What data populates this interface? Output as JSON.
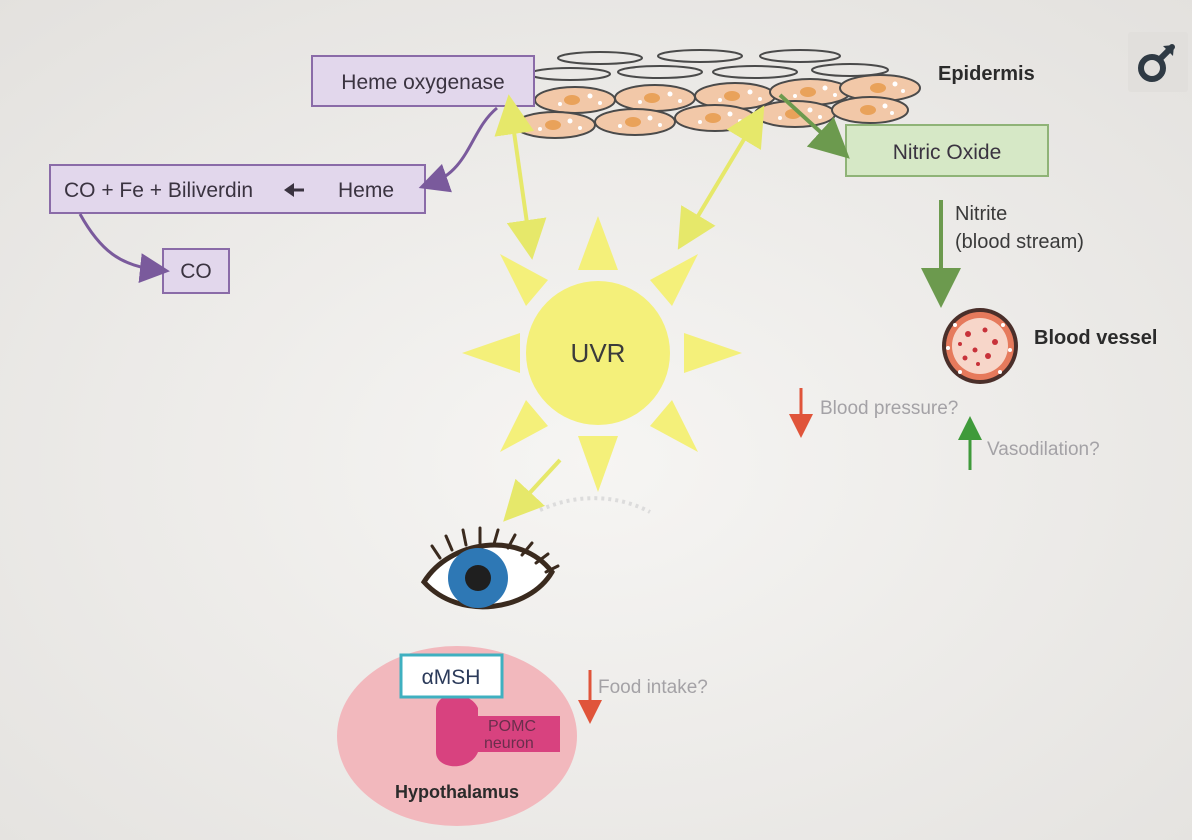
{
  "labels": {
    "heme_oxygenase": "Heme oxygenase",
    "co_fe_biliverdin": "CO + Fe + Biliverdin",
    "heme": "Heme",
    "co": "CO",
    "epidermis": "Epidermis",
    "nitric_oxide": "Nitric Oxide",
    "nitrite_line1": "Nitrite",
    "nitrite_line2": "(blood stream)",
    "blood_vessel": "Blood vessel",
    "blood_pressure": "Blood pressure?",
    "vasodilation": "Vasodilation?",
    "uvr": "UVR",
    "food_intake": "Food intake?",
    "amsh": "αMSH",
    "pomc_line1": "POMC",
    "pomc_line2": "neuron",
    "hypothalamus": "Hypothalamus"
  },
  "colors": {
    "background": "#eceae8",
    "purple_box_fill": "#e2d7ec",
    "purple_box_border": "#8a6ba8",
    "purple_arrow": "#7a5a9c",
    "green_box_fill": "#d6e8c6",
    "green_box_border": "#8fb377",
    "green_arrow": "#6c9a4e",
    "sun": "#f4f07a",
    "sun_arrow": "#eef07a",
    "red_arrow": "#e0543a",
    "hypothalamus_fill": "#f2b8bd",
    "pomc_fill": "#d8427f",
    "amsh_border": "#3fb0c0",
    "iris": "#2e78b5"
  },
  "icons": {
    "top_right_icon": "male-symbol-icon"
  }
}
